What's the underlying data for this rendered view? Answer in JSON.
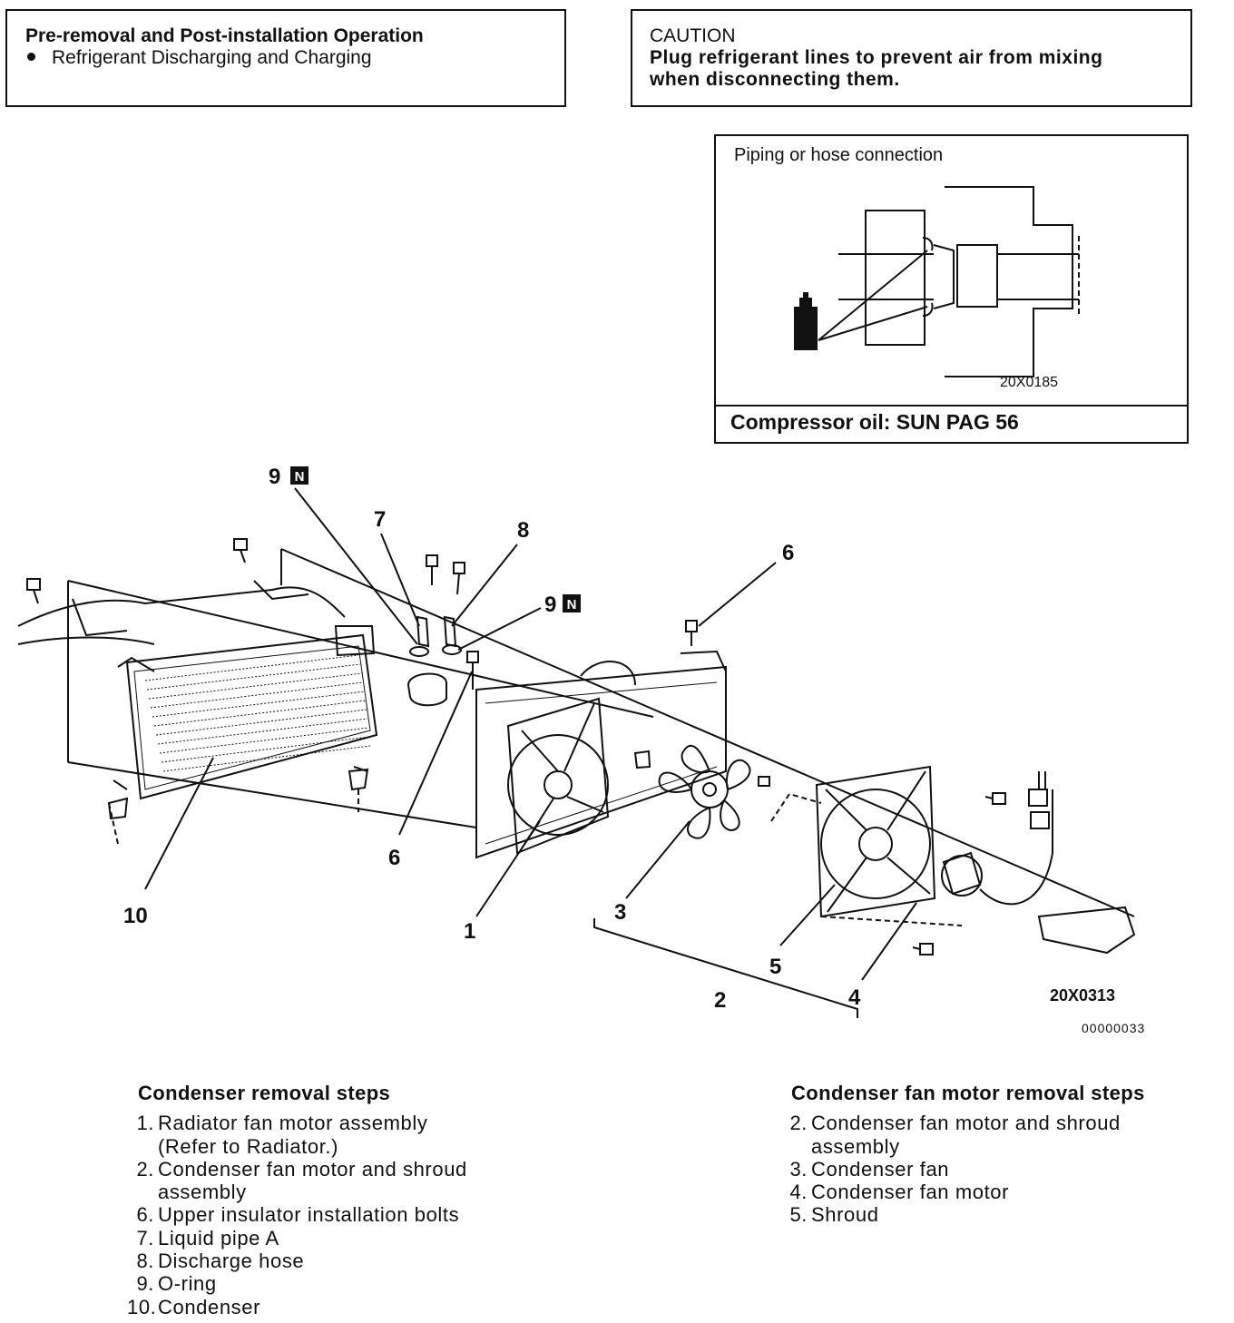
{
  "preop": {
    "title": "Pre-removal and Post-installation Operation",
    "item": "Refrigerant Discharging and Charging"
  },
  "caution": {
    "title": "CAUTION",
    "line1": "Plug refrigerant lines to prevent air from mixing",
    "line2": "when disconnecting them."
  },
  "piping": {
    "title": "Piping or hose connection",
    "code": "20X0185",
    "footer": "Compressor oil: SUN PAG 56"
  },
  "diagram": {
    "callouts": {
      "c1": "1",
      "c2": "2",
      "c3": "3",
      "c4": "4",
      "c5": "5",
      "c6a": "6",
      "c6b": "6",
      "c7": "7",
      "c8": "8",
      "c9a": "9",
      "c9b": "9",
      "c10": "10"
    },
    "new_badge": "N",
    "code": "20X0313",
    "serial": "00000033"
  },
  "condenser_steps": {
    "heading": "Condenser removal steps",
    "items": [
      {
        "n": "1.",
        "text": "Radiator fan motor assembly",
        "cont": "(Refer to Radiator.)"
      },
      {
        "n": "2.",
        "text": "Condenser fan motor and shroud",
        "cont": "assembly"
      },
      {
        "n": "6.",
        "text": "Upper insulator installation bolts"
      },
      {
        "n": "7.",
        "text": "Liquid pipe A"
      },
      {
        "n": "8.",
        "text": "Discharge hose"
      },
      {
        "n": "9.",
        "text": "O-ring"
      },
      {
        "n": "10.",
        "text": "Condenser"
      }
    ]
  },
  "fan_steps": {
    "heading": "Condenser fan motor removal steps",
    "items": [
      {
        "n": "2.",
        "text": "Condenser fan motor and shroud",
        "cont": "assembly"
      },
      {
        "n": "3.",
        "text": "Condenser fan"
      },
      {
        "n": "4.",
        "text": "Condenser fan motor"
      },
      {
        "n": "5.",
        "text": "Shroud"
      }
    ]
  }
}
